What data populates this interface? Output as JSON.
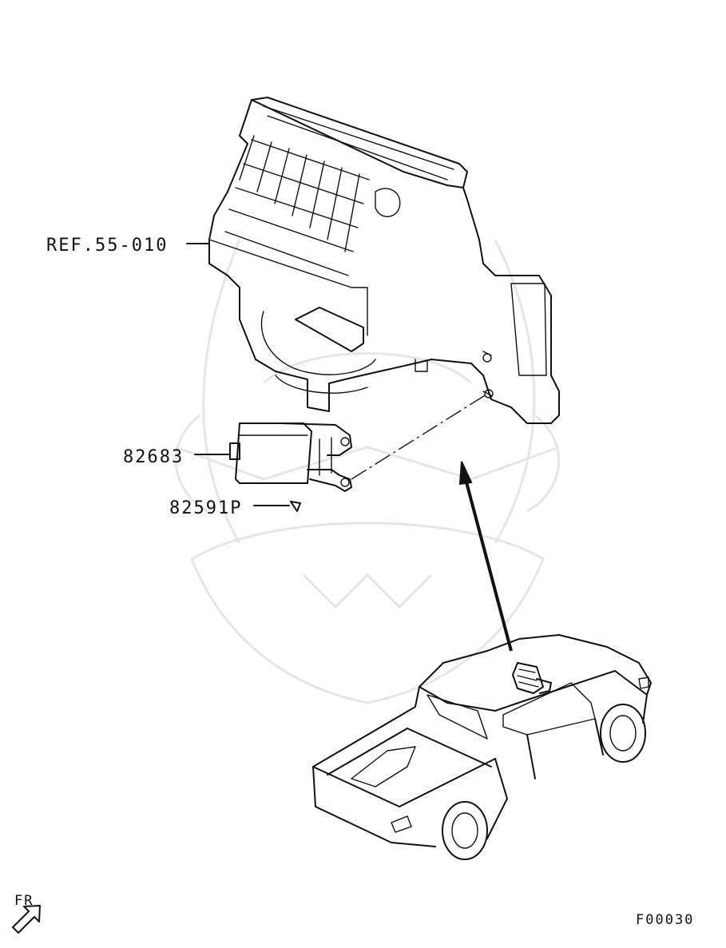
{
  "labels": {
    "ref": "REF.55-010",
    "part_main": "82683",
    "part_screw": "82591P",
    "front": "FR",
    "figure_id": "F00030"
  },
  "icons": {
    "front_arrow": "diagonal-outline-arrow-icon"
  },
  "colors": {
    "line": "#111111",
    "background": "#ffffff",
    "watermark": "#e6e6e6"
  }
}
